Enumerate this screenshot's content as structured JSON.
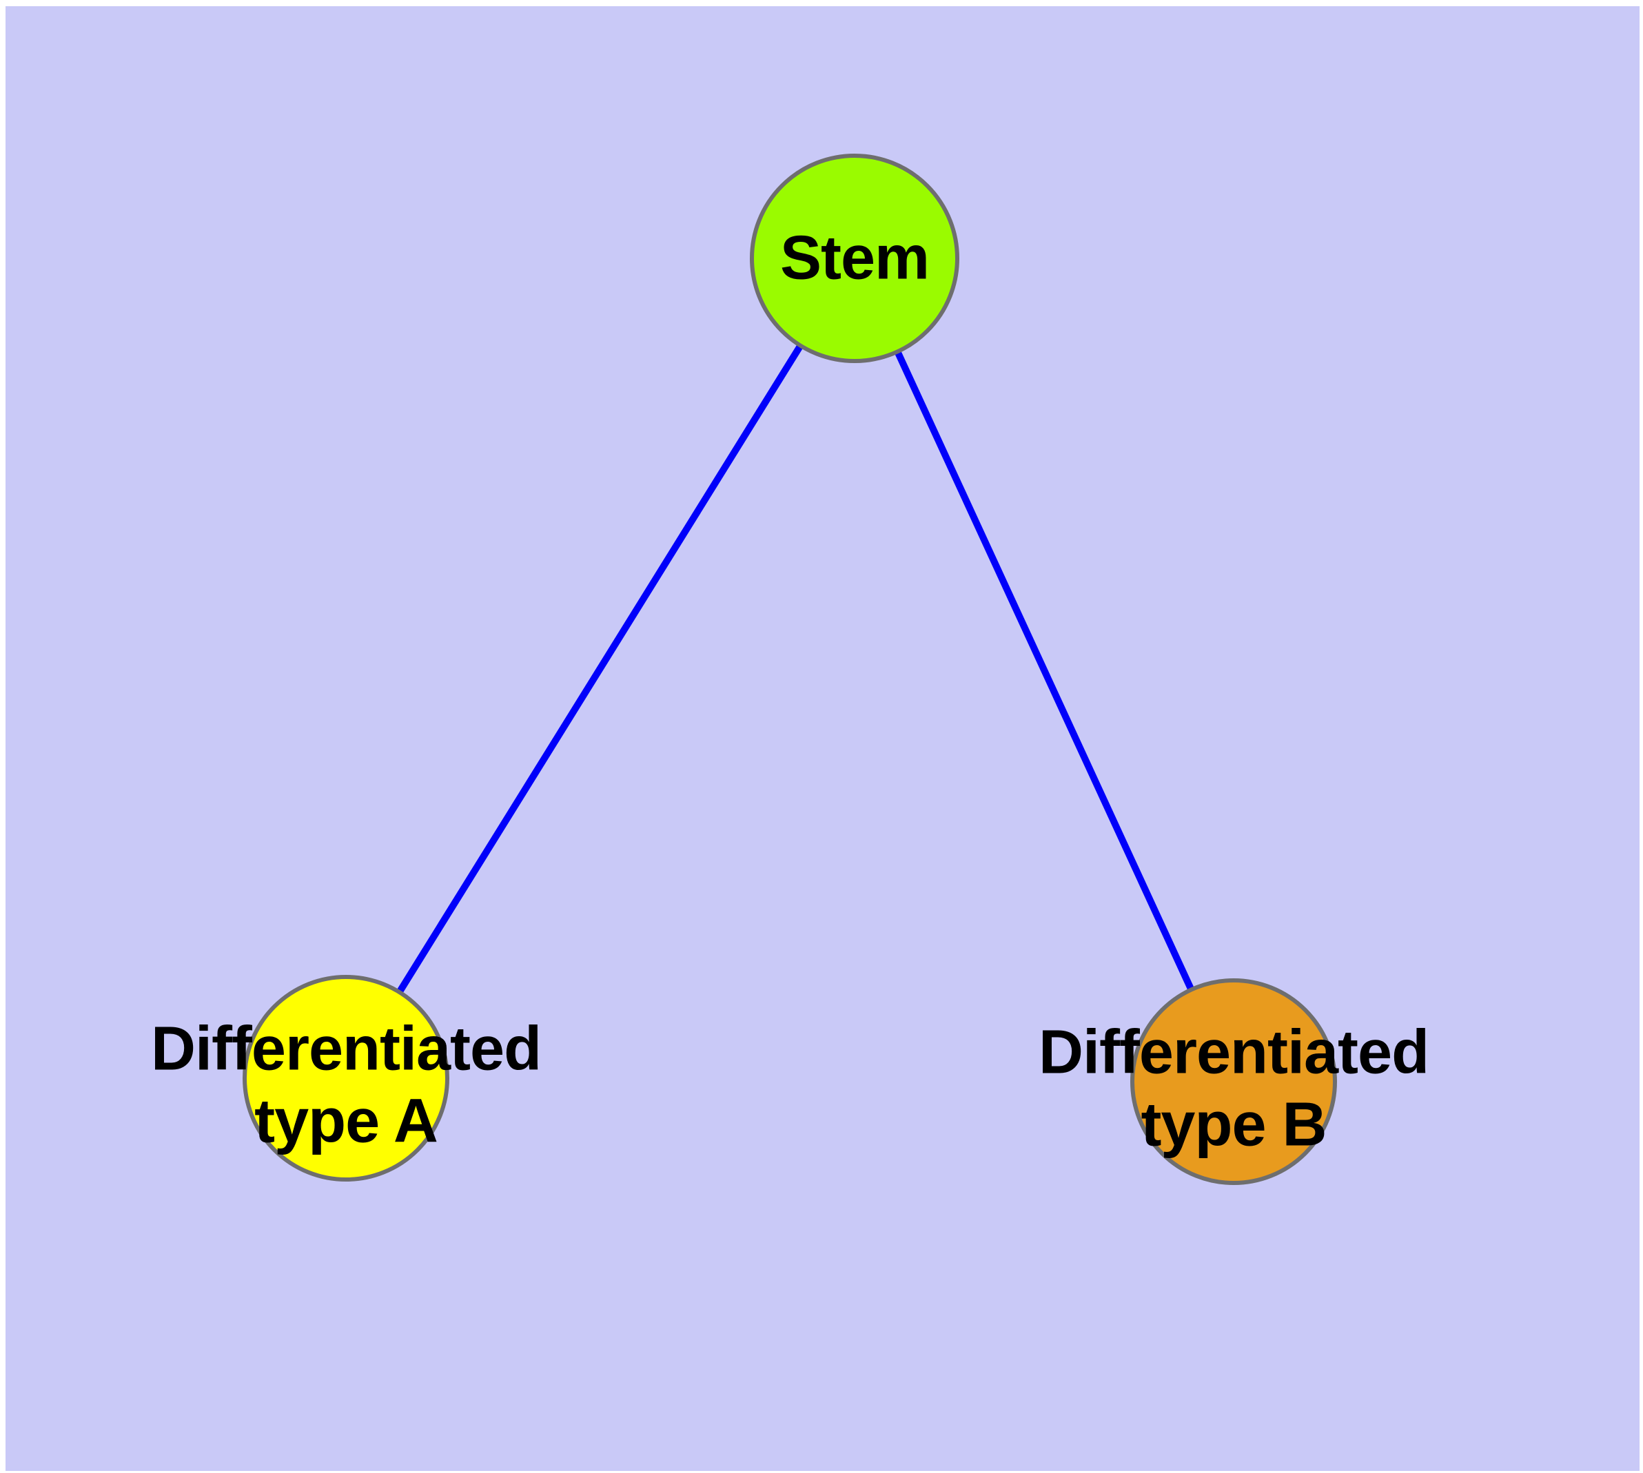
{
  "diagram": {
    "type": "node-link-graph",
    "background_color": "#c9c9f7",
    "page_margin_color": "#ffffff",
    "edge_color": "#0000fa",
    "node_border_color": "#6e6e6e",
    "label_color": "#000000",
    "nodes": [
      {
        "id": "stem",
        "label": "Stem",
        "color": "#9afb00"
      },
      {
        "id": "type-a",
        "label": "Differentiated\ntype A",
        "color": "#ffff00"
      },
      {
        "id": "type-b",
        "label": "Differentiated\ntype B",
        "color": "#e89b1e"
      }
    ],
    "edges": [
      {
        "from": "stem",
        "to": "type-a"
      },
      {
        "from": "stem",
        "to": "type-b"
      }
    ]
  }
}
